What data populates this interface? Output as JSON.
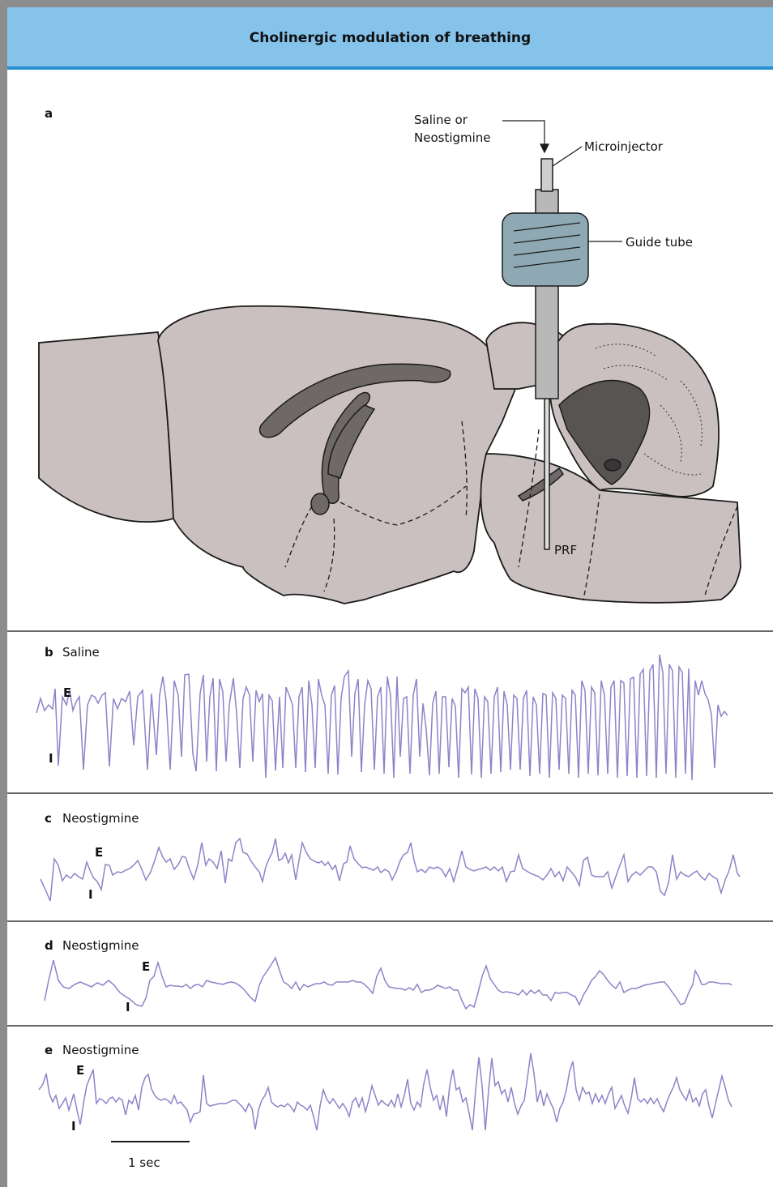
{
  "header": {
    "title": "Cholinergic modulation of breathing"
  },
  "panel_a": {
    "label": "a",
    "injectant_line1": "Saline or",
    "injectant_line2": "Neostigmine",
    "microinjector": "Microinjector",
    "guide_tube": "Guide tube",
    "prf": "PRF"
  },
  "panel_b": {
    "label": "b",
    "title": "Saline",
    "e_label": "E",
    "i_label": "I"
  },
  "panel_c": {
    "label": "c",
    "title": "Neostigmine",
    "e_label": "E",
    "i_label": "I"
  },
  "panel_d": {
    "label": "d",
    "title": "Neostigmine",
    "e_label": "E",
    "i_label": "I"
  },
  "panel_e": {
    "label": "e",
    "title": "Neostigmine",
    "e_label": "E",
    "i_label": "I"
  },
  "scale_bar": {
    "label": "1 sec"
  },
  "colors": {
    "header_bg": "#85c3eb",
    "header_rule": "#2a8fd2",
    "brain_fill": "#cbc0c0",
    "ventricle_fill": "#6e6868",
    "cerebellum_core": "#595454",
    "guide_tube_fill": "#8fa9b4",
    "trace": "#8c84c9"
  }
}
